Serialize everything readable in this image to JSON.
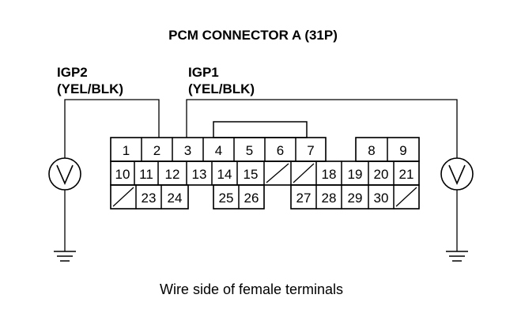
{
  "title": "PCM CONNECTOR A (31P)",
  "caption": "Wire side of female terminals",
  "wires": {
    "igp2": {
      "name": "IGP2",
      "color": "(YEL/BLK)",
      "pin": "2"
    },
    "igp1": {
      "name": "IGP1",
      "color": "(YEL/BLK)",
      "pin": "3"
    }
  },
  "rows": [
    [
      "1",
      "2",
      "3",
      "4",
      "5",
      "6",
      "7",
      "",
      "8",
      "9"
    ],
    [
      "10",
      "11",
      "12",
      "13",
      "14",
      "15",
      "",
      "",
      "18",
      "19",
      "20",
      "21"
    ],
    [
      "",
      "23",
      "24",
      "",
      "25",
      "26",
      "",
      "27",
      "28",
      "29",
      "30",
      ""
    ]
  ],
  "icons": [
    "voltmeter-icon",
    "ground-icon"
  ]
}
